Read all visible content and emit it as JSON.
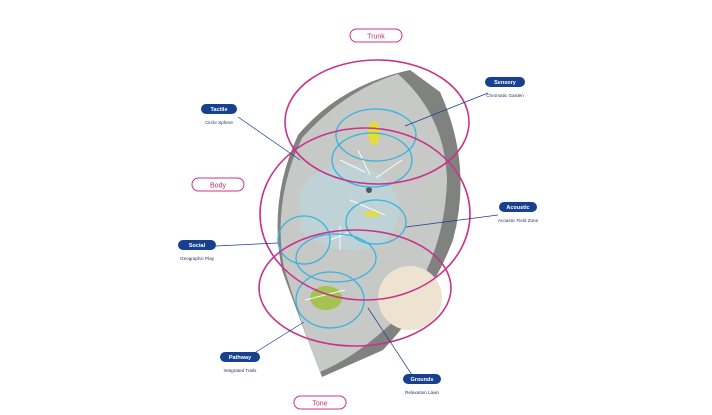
{
  "zones": {
    "top": "Trunk",
    "middle": "Body",
    "bottom": "Tone"
  },
  "callouts": [
    {
      "key": "sensory",
      "tag": "Sensory",
      "sub": "Chromatic Garden"
    },
    {
      "key": "tactile",
      "tag": "Tactile",
      "sub": "Circle Sphere"
    },
    {
      "key": "acoustic",
      "tag": "Acoustic",
      "sub": "Acoustic Field Zone"
    },
    {
      "key": "social",
      "tag": "Social",
      "sub": "Geographic Play"
    },
    {
      "key": "pathway",
      "tag": "Pathway",
      "sub": "Integrated Trails"
    },
    {
      "key": "grounds",
      "tag": "Grounds",
      "sub": "Relaxation Lawn"
    }
  ],
  "colors": {
    "zone_ring": "#c8338c",
    "area_ring": "#39b3df",
    "tag_fill": "#17408f",
    "site_fill": "#c6c9c6",
    "site_edge": "#7f827f",
    "lawn_disk": "#eee3d0",
    "highlight": "#e4dd37"
  }
}
